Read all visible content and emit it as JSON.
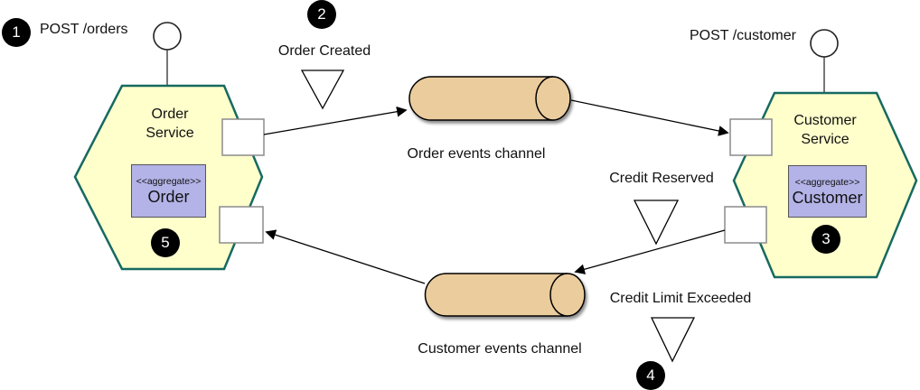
{
  "colors": {
    "service_fill": "#FFFFCC",
    "service_border": "#166A60",
    "channel_fill": "#EBCC9D",
    "aggregate_fill": "#B3B3E8",
    "badge_bg": "#000000",
    "badge_text": "#FFFFFF"
  },
  "steps": {
    "s1": "1",
    "s2": "2",
    "s3": "3",
    "s4": "4",
    "s5": "5"
  },
  "annotations": {
    "post_orders": "POST /orders",
    "post_customer": "POST /customer"
  },
  "events": {
    "order_created": "Order Created",
    "credit_reserved": "Credit Reserved",
    "credit_limit_exceeded": "Credit Limit Exceeded"
  },
  "channels": {
    "order": {
      "label": "Order events channel"
    },
    "customer": {
      "label": "Customer events channel"
    }
  },
  "services": {
    "order": {
      "name": "Order\nService",
      "aggregate_stereotype": "<<aggregate>>",
      "aggregate_name": "Order"
    },
    "customer": {
      "name": "Customer\nService",
      "aggregate_stereotype": "<<aggregate>>",
      "aggregate_name": "Customer"
    }
  }
}
